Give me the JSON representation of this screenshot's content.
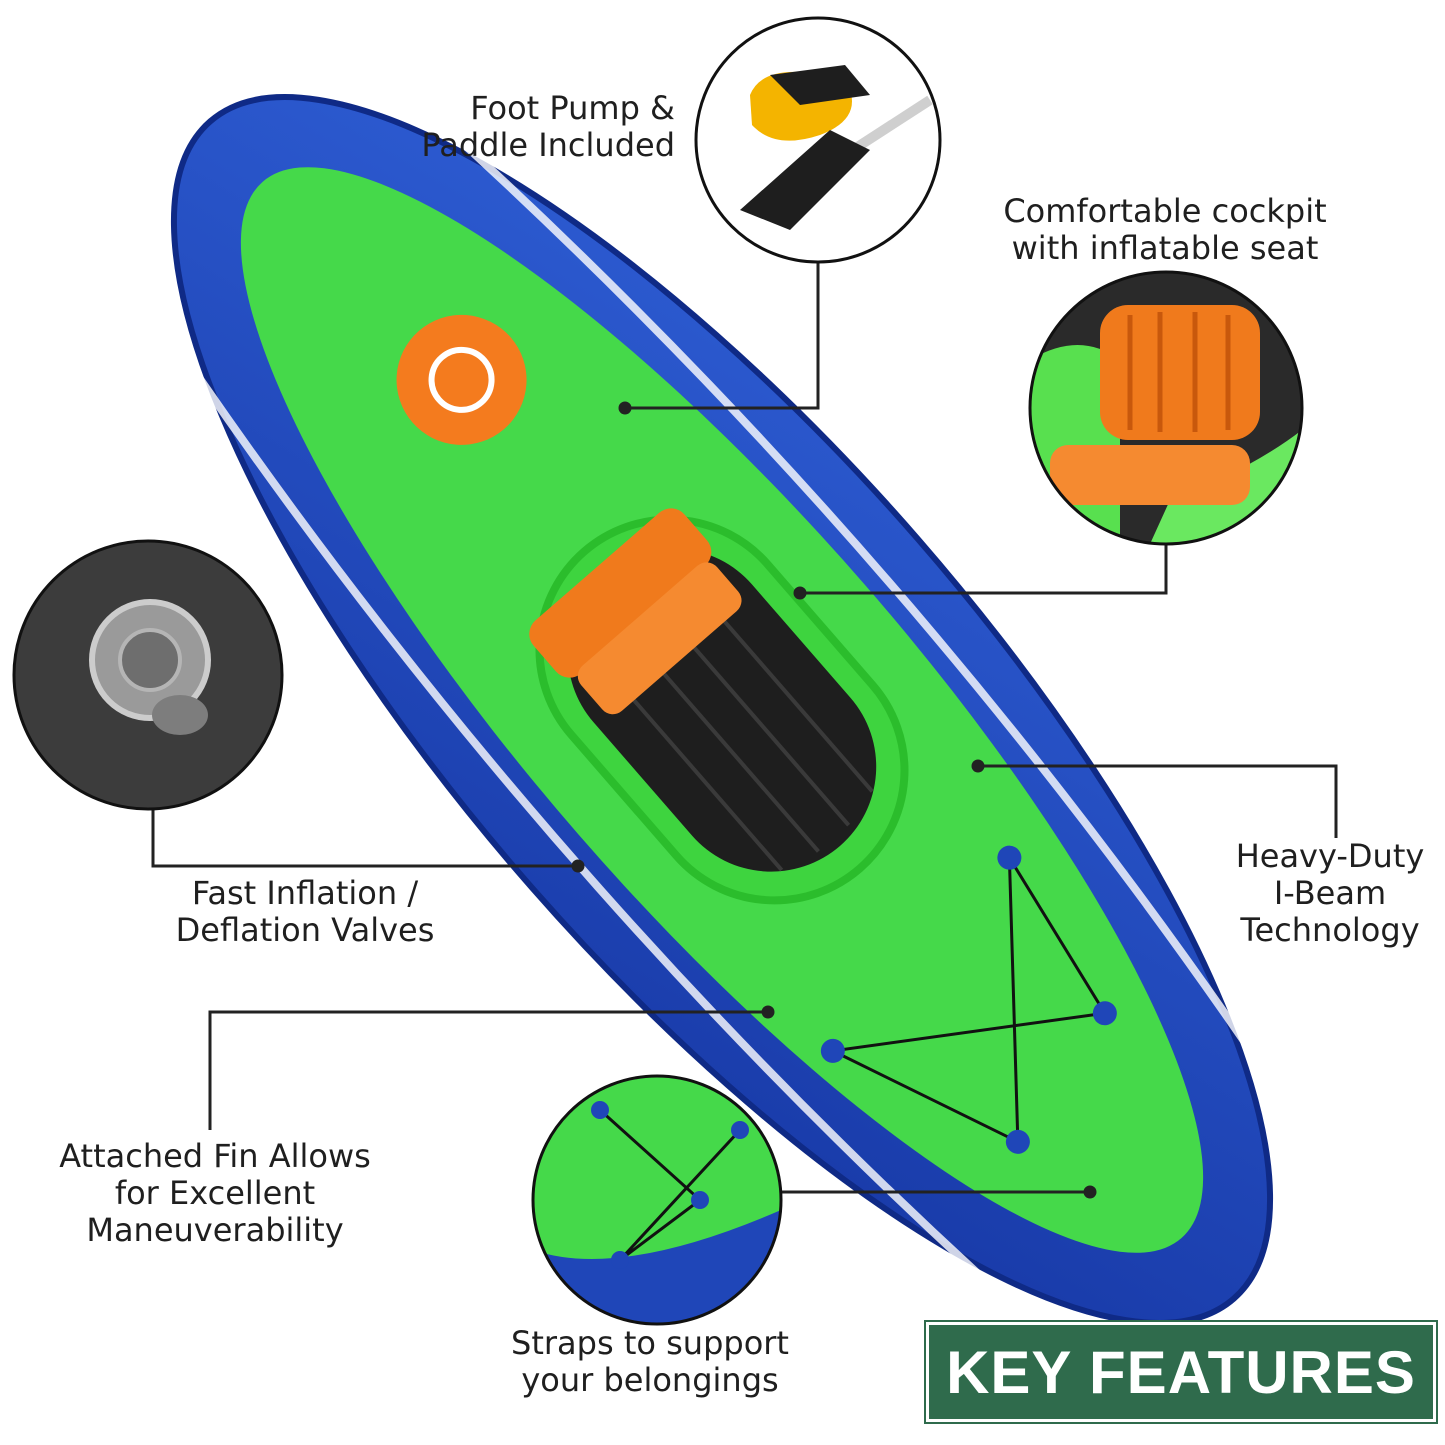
{
  "features": {
    "pump_paddle": {
      "line1": "Foot Pump &",
      "line2": "Paddle Included"
    },
    "cockpit": {
      "line1": "Comfortable cockpit",
      "line2": "with inflatable seat"
    },
    "valves": {
      "line1": "Fast Inflation /",
      "line2": "Deflation Valves"
    },
    "ibeam": {
      "line1": "Heavy-Duty",
      "line2": "I-Beam",
      "line3": "Technology"
    },
    "fin": {
      "line1": "Attached Fin Allows",
      "line2": "for Excellent",
      "line3": "Maneuverability"
    },
    "straps": {
      "line1": "Straps to support",
      "line2": "your belongings"
    }
  },
  "badge": {
    "text": "KEY FEATURES"
  },
  "colors": {
    "hull_blue": "#1f46b8",
    "deck_green": "#45d94a",
    "seat_orange": "#f07a1c",
    "badge_green": "#2f6b4c"
  }
}
